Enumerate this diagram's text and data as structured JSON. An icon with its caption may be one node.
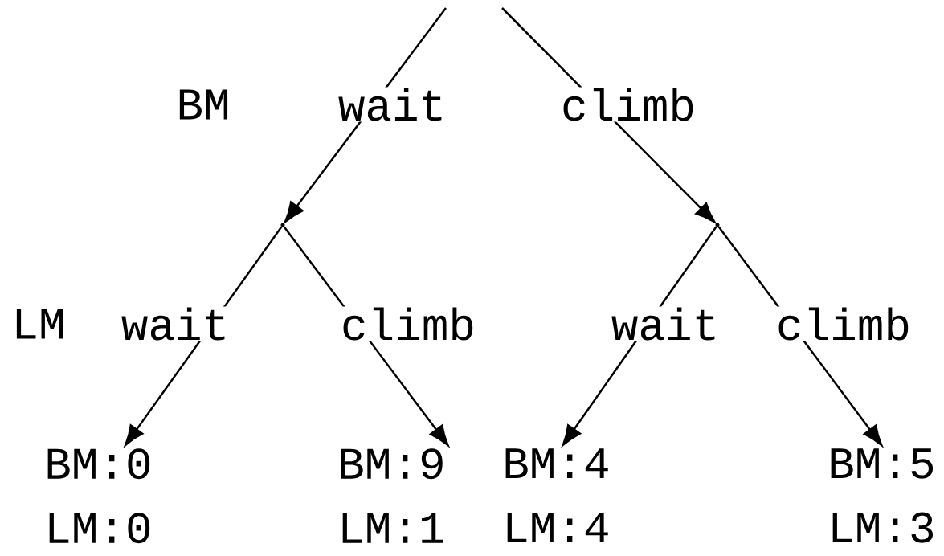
{
  "diagram": {
    "nodes": [
      {
        "text": [],
        "shape": "point"
      },
      {
        "text": [],
        "shape": "point"
      },
      {
        "text": [
          "BM:0 LM:0"
        ]
      },
      {
        "text": [
          "BM:9 LM:1"
        ]
      },
      {
        "text": [
          "BM:4 LM:4"
        ]
      },
      {
        "text": [
          "BM:5 LM:3"
        ]
      }
    ],
    "edges": [
      {
        "from": null,
        "to": 0,
        "arrow": "to",
        "label": "wait"
      },
      {
        "from": null,
        "to": 1,
        "arrow": "to",
        "label": "climb"
      },
      {
        "from": 0,
        "to": 2,
        "arrow": "to",
        "label": "wait"
      },
      {
        "from": 0,
        "to": 3,
        "arrow": "to",
        "label": "climb"
      },
      {
        "from": 1,
        "to": 4,
        "arrow": "to",
        "label": "wait"
      },
      {
        "from": 1,
        "to": 5,
        "arrow": "to",
        "label": "climb"
      }
    ],
    "labels": [
      "BM",
      "LM"
    ]
  }
}
